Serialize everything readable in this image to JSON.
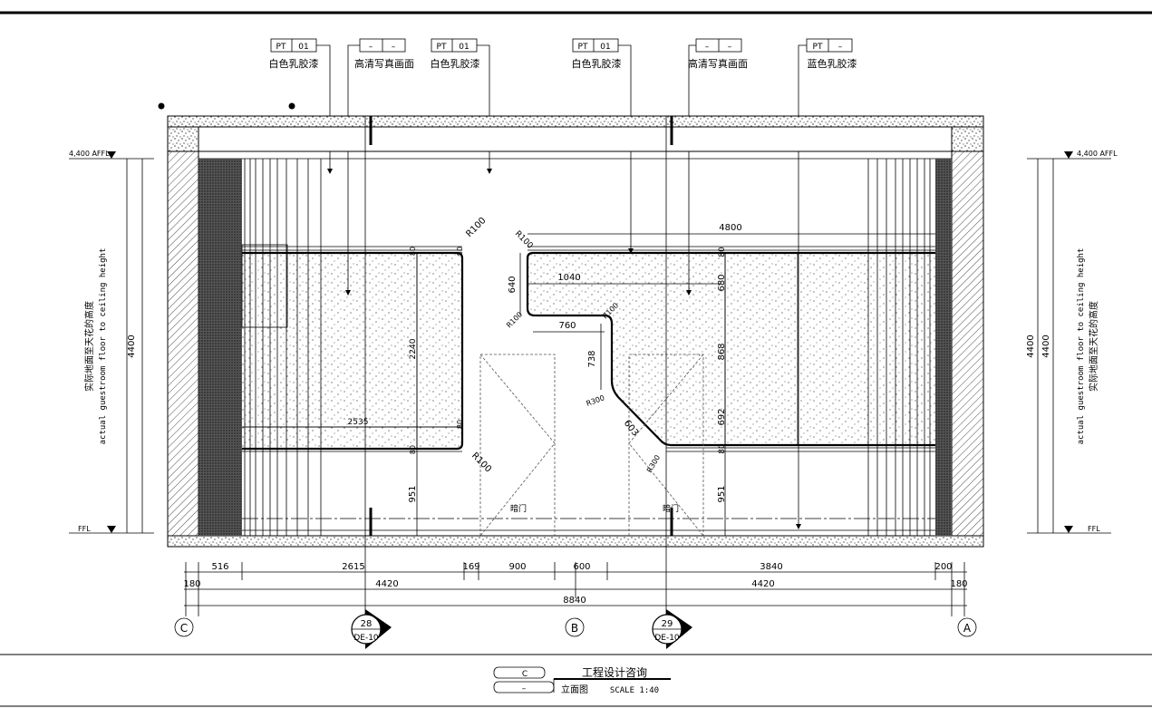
{
  "tags": [
    {
      "code": "PT",
      "num": "01",
      "material": "白色乳胶漆"
    },
    {
      "code": "–",
      "num": "–",
      "material": "高清写真画面"
    },
    {
      "code": "PT",
      "num": "01",
      "material": "白色乳胶漆"
    },
    {
      "code": "PT",
      "num": "01",
      "material": "白色乳胶漆"
    },
    {
      "code": "–",
      "num": "–",
      "material": "高清写真画面"
    },
    {
      "code": "PT",
      "num": "–",
      "material": "蓝色乳胶漆"
    }
  ],
  "levels": {
    "top": "4,400 AFFL",
    "bottom": "FFL",
    "height": "4400",
    "label_cn": "实际地面至天花的高度",
    "label_en": "actual guestroom floor to ceiling height"
  },
  "panel_dims": {
    "width_4800": "4800",
    "d1040": "1040",
    "d640": "640",
    "d760": "760",
    "d738": "738",
    "d603": "603",
    "d680": "680",
    "d868": "868",
    "d692": "692",
    "d80a": "80",
    "d80b": "80",
    "d951a": "951",
    "d951b": "951",
    "d2240": "2240",
    "d2535": "2535",
    "d80c": "80",
    "d80d": "80",
    "d80e": "80",
    "d80f": "80",
    "r100a": "R100",
    "r100b": "R100",
    "r100c": "R100",
    "r100d": "R100",
    "r100e": "R100",
    "r300a": "R300",
    "r300b": "R300"
  },
  "doors": {
    "left": "暗门",
    "right": "暗门"
  },
  "bottom_dims": {
    "row1": [
      "516",
      "2615",
      "169",
      "900",
      "600",
      "3840",
      "200"
    ],
    "row2": [
      "180",
      "4420",
      "4420",
      "180"
    ],
    "total": "8840"
  },
  "grid_labels": [
    "C",
    "B",
    "A"
  ],
  "sections": [
    {
      "num": "28",
      "ref": "DE-10"
    },
    {
      "num": "29",
      "ref": "DE-10"
    }
  ],
  "title_block": {
    "code": "C",
    "sub": "–",
    "company": "工程设计咨询",
    "view": "立面图",
    "scale": "SCALE 1:40"
  }
}
